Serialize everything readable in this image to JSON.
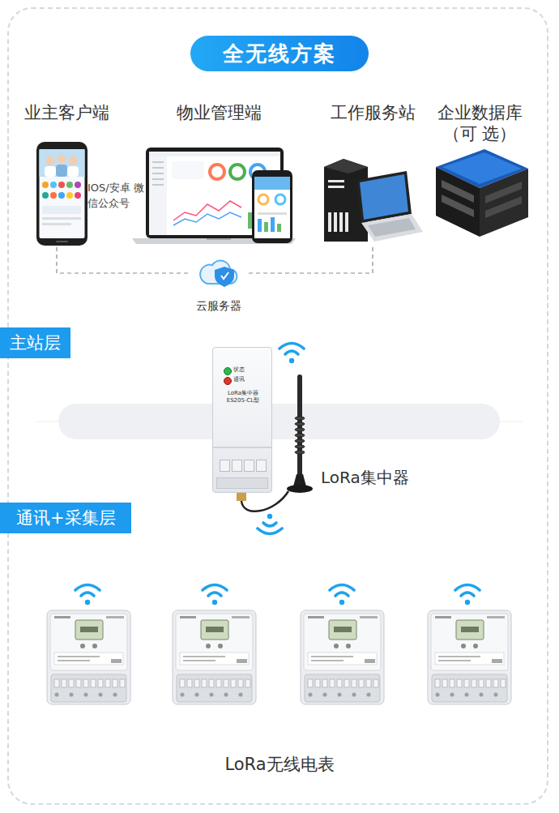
{
  "diagram": {
    "title": "全无线方案",
    "nodes": [
      {
        "text": [
          "业主客户端",
          "IOS/安卓 微信公众号"
        ]
      },
      {
        "text": [
          "物业管理端"
        ]
      },
      {
        "text": [
          "工作服务站"
        ]
      },
      {
        "text": [
          "企业数据库 （可 选）"
        ]
      },
      {
        "text": [
          "云服务器"
        ]
      },
      {
        "text": [
          "主站层"
        ]
      },
      {
        "text": [
          "LoRa集中器",
          "状态",
          "通讯",
          "LoRa集中器 ES205-CL型"
        ]
      },
      {
        "text": [
          "通讯+采集层"
        ]
      }
    ],
    "edges": [
      {
        "from": 0,
        "to": 4,
        "arrow": "none"
      },
      {
        "from": 2,
        "to": 4,
        "arrow": "none"
      }
    ],
    "labels": [
      "LoRa无线电表"
    ]
  }
}
